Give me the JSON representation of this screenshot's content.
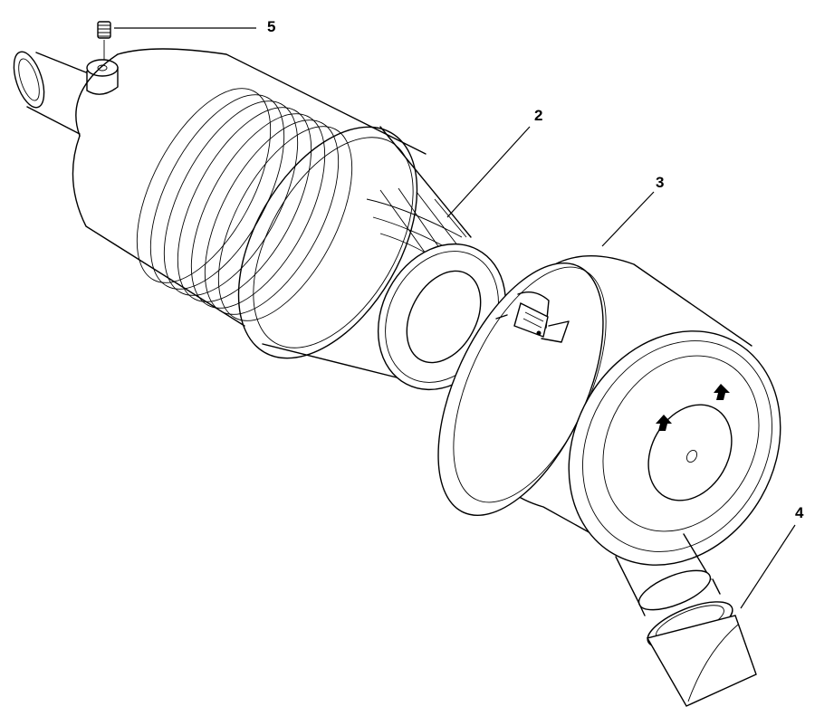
{
  "callouts": [
    {
      "id": "5",
      "label": "5"
    },
    {
      "id": "2",
      "label": "2"
    },
    {
      "id": "3",
      "label": "3"
    },
    {
      "id": "4",
      "label": "4"
    }
  ],
  "colors": {
    "line": "#000000",
    "background": "#ffffff"
  }
}
